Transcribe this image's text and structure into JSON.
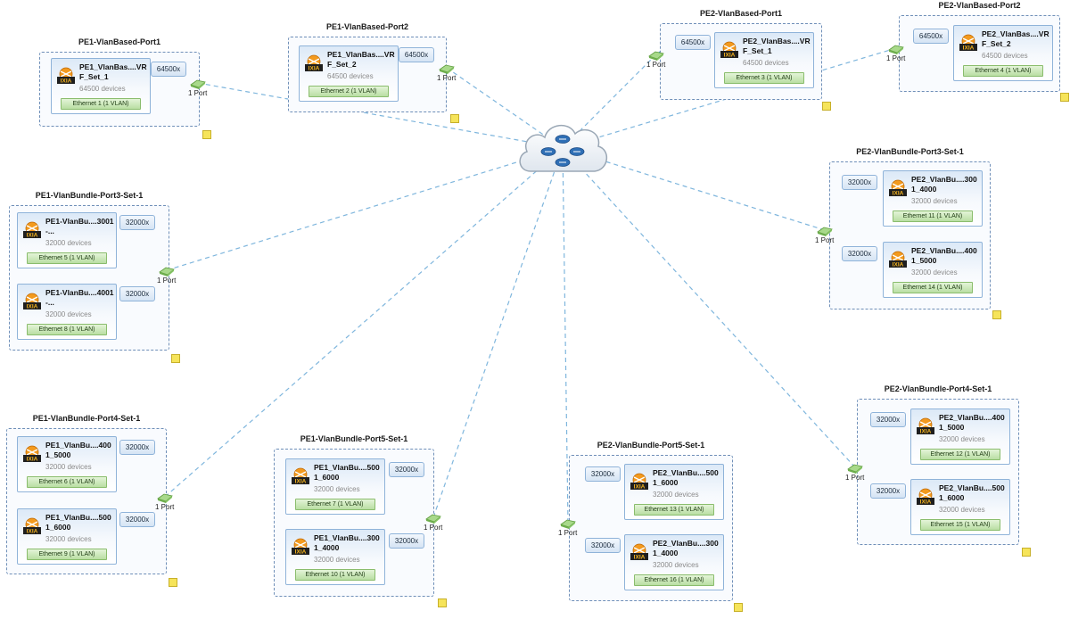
{
  "port_label": "1 Port",
  "colors": {
    "link": "#7fb6dd",
    "bus": "#3b9ad9",
    "group_border": "#6f8fb8",
    "eth_fill": "#cbe8b6",
    "note": "#f6e45a"
  },
  "icons": {
    "cloud": "network-cloud-icon",
    "device": "ixia-device-icon",
    "port": "port-connector-icon",
    "note": "note-icon"
  },
  "groups": [
    {
      "title": "PE1-VlanBased-Port1",
      "multipliers": [
        "64500x"
      ],
      "devices": [
        {
          "name": "PE1_VlanBas....VR F_Set_1",
          "count": "64500 devices",
          "eth": "Ethernet 1 (1 VLAN)"
        }
      ]
    },
    {
      "title": "PE1-VlanBased-Port2",
      "multipliers": [
        "64500x"
      ],
      "devices": [
        {
          "name": "PE1_VlanBas....VR F_Set_2",
          "count": "64500 devices",
          "eth": "Ethernet 2 (1 VLAN)"
        }
      ]
    },
    {
      "title": "PE2-VlanBased-Port1",
      "multipliers": [
        "64500x"
      ],
      "devices": [
        {
          "name": "PE2_VlanBas....VR F_Set_1",
          "count": "64500 devices",
          "eth": "Ethernet 3 (1 VLAN)"
        }
      ]
    },
    {
      "title": "PE2-VlanBased-Port2",
      "multipliers": [
        "64500x"
      ],
      "devices": [
        {
          "name": "PE2_VlanBas....VR F_Set_2",
          "count": "64500 devices",
          "eth": "Ethernet 4 (1 VLAN)"
        }
      ]
    },
    {
      "title": "PE1-VlanBundle-Port3-Set-1",
      "multipliers": [
        "32000x",
        "32000x"
      ],
      "devices": [
        {
          "name": "PE1-VlanBu....3001-...",
          "count": "32000 devices",
          "eth": "Ethernet 5 (1 VLAN)"
        },
        {
          "name": "PE1-VlanBu....4001-...",
          "count": "32000 devices",
          "eth": "Ethernet 8 (1 VLAN)"
        }
      ]
    },
    {
      "title": "PE2-VlanBundle-Port3-Set-1",
      "multipliers": [
        "32000x",
        "32000x"
      ],
      "devices": [
        {
          "name": "PE2_VlanBu....300 1_4000",
          "count": "32000 devices",
          "eth": "Ethernet 11 (1 VLAN)"
        },
        {
          "name": "PE2_VlanBu....400 1_5000",
          "count": "32000 devices",
          "eth": "Ethernet 14 (1 VLAN)"
        }
      ]
    },
    {
      "title": "PE1-VlanBundle-Port4-Set-1",
      "multipliers": [
        "32000x",
        "32000x"
      ],
      "devices": [
        {
          "name": "PE1_VlanBu....400 1_5000",
          "count": "32000 devices",
          "eth": "Ethernet 6 (1 VLAN)"
        },
        {
          "name": "PE1_VlanBu....500 1_6000",
          "count": "32000 devices",
          "eth": "Ethernet 9 (1 VLAN)"
        }
      ]
    },
    {
      "title": "PE1-VlanBundle-Port5-Set-1",
      "multipliers": [
        "32000x",
        "32000x"
      ],
      "devices": [
        {
          "name": "PE1_VlanBu....500 1_6000",
          "count": "32000 devices",
          "eth": "Ethernet 7 (1 VLAN)"
        },
        {
          "name": "PE1_VlanBu....300 1_4000",
          "count": "32000 devices",
          "eth": "Ethernet 10 (1 VLAN)"
        }
      ]
    },
    {
      "title": "PE2-VlanBundle-Port5-Set-1",
      "multipliers": [
        "32000x",
        "32000x"
      ],
      "devices": [
        {
          "name": "PE2_VlanBu....500 1_6000",
          "count": "32000 devices",
          "eth": "Ethernet 13 (1 VLAN)"
        },
        {
          "name": "PE2_VlanBu....300 1_4000",
          "count": "32000 devices",
          "eth": "Ethernet 16 (1 VLAN)"
        }
      ]
    },
    {
      "title": "PE2-VlanBundle-Port4-Set-1",
      "multipliers": [
        "32000x",
        "32000x"
      ],
      "devices": [
        {
          "name": "PE2_VlanBu....400 1_5000",
          "count": "32000 devices",
          "eth": "Ethernet 12 (1 VLAN)"
        },
        {
          "name": "PE2_VlanBu....500 1_6000",
          "count": "32000 devices",
          "eth": "Ethernet 15 (1 VLAN)"
        }
      ]
    }
  ]
}
